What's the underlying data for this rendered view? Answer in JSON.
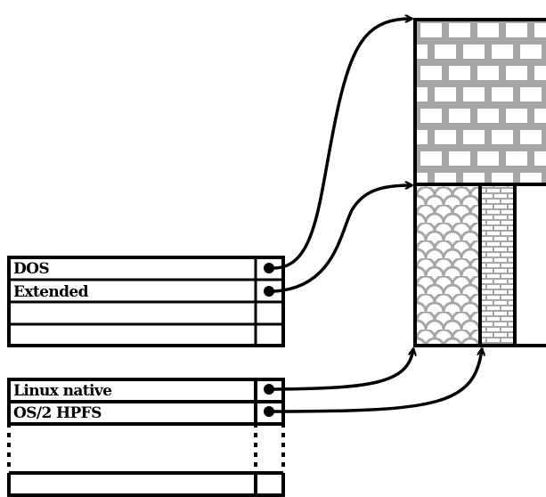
{
  "primary_table": {
    "rows": [
      {
        "label": "DOS"
      },
      {
        "label": "Extended"
      },
      {
        "label": ""
      },
      {
        "label": ""
      }
    ]
  },
  "extended_table": {
    "rows": [
      {
        "label": "Linux native"
      },
      {
        "label": "OS/2 HPFS"
      }
    ]
  },
  "disk": {
    "regions": [
      {
        "name": "DOS partition",
        "pattern": "brick"
      },
      {
        "name": "Linux native partition",
        "pattern": "scales"
      },
      {
        "name": "OS/2 HPFS partition",
        "pattern": "small-brick"
      }
    ]
  },
  "colors": {
    "ink": "#000000",
    "pattern": "#a6a6a6",
    "background": "#ffffff"
  }
}
